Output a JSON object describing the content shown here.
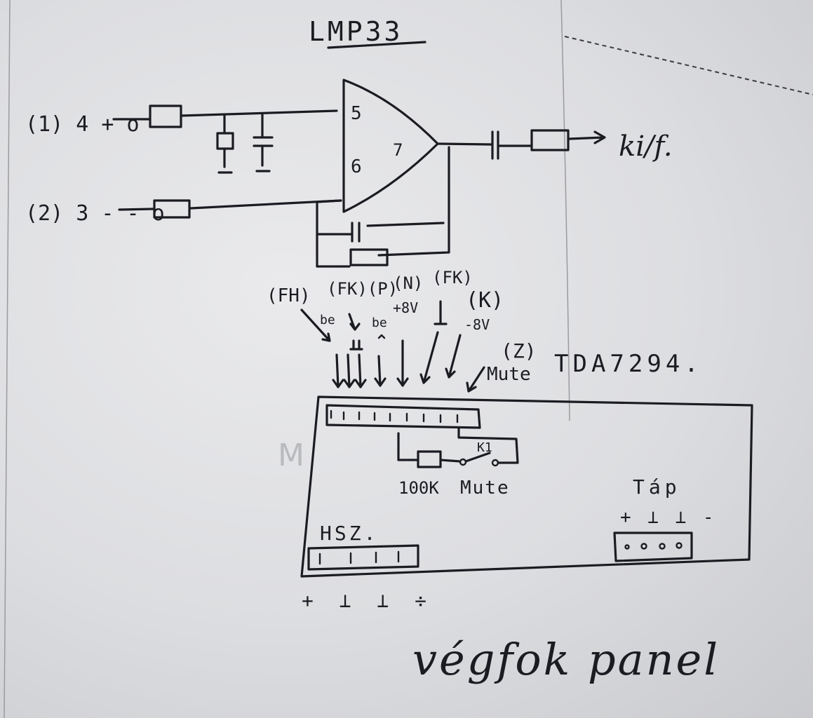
{
  "title": "LMP33",
  "inputs": {
    "in1": "(1) 4 + o",
    "in2": "(2) 3 - - o"
  },
  "opamp": {
    "pin_plus": "5",
    "pin_minus": "6",
    "pin_out": "7"
  },
  "output_label": "ki/f.",
  "connector_labels": {
    "fh": "(FH)",
    "fk_p": "(FK)(P)",
    "n": "(N)",
    "fk": "(FK)",
    "k": "(K)",
    "be": "be",
    "be2": "be",
    "plus8v": "+8V",
    "minus8v": "-8V",
    "z": "(Z)",
    "mute_top": "Mute",
    "chip": "TDA7294."
  },
  "board": {
    "resistor": "100K",
    "switch_ref": "K1",
    "switch_label": "Mute",
    "connector_left": "HSZ.",
    "connector_left_pins": "+ ⊥ ⊥ ÷",
    "connector_right": "Táp",
    "connector_right_pins": "+ ⊥ ⊥ -"
  },
  "caption": "végfok panel"
}
